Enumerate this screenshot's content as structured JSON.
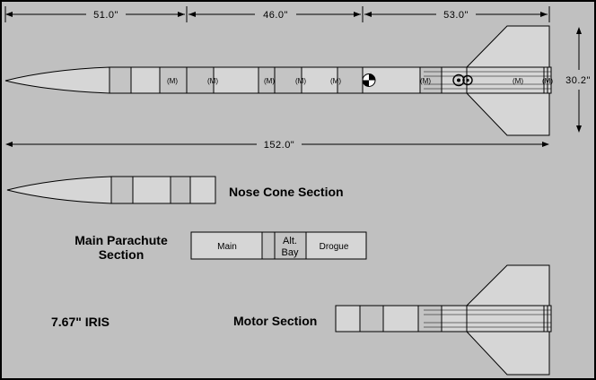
{
  "colors": {
    "frame": "#000000",
    "background": "#c0c0c0",
    "part_fill": "#d6d6d6",
    "coupler_fill": "#c4c4c4",
    "ink": "#000000"
  },
  "dimensions": {
    "nose_length": "51.0\"",
    "mid_length": "46.0\"",
    "aft_length": "53.0\"",
    "total_length": "152.0\"",
    "fin_span": "30.2\""
  },
  "marker": "(M)",
  "sections": {
    "nose_cone": "Nose Cone Section",
    "main_parachute": "Main Parachute\nSection",
    "main_parachute_line1": "Main Parachute",
    "main_parachute_line2": "Section",
    "motor": "Motor Section"
  },
  "payload_labels": {
    "main": "Main",
    "alt_bay_line1": "Alt.",
    "alt_bay_line2": "Bay",
    "drogue": "Drogue"
  },
  "rocket_name": "7.67\" IRIS",
  "icons": [
    "cg-marker-icon",
    "cp-marker-icon"
  ]
}
